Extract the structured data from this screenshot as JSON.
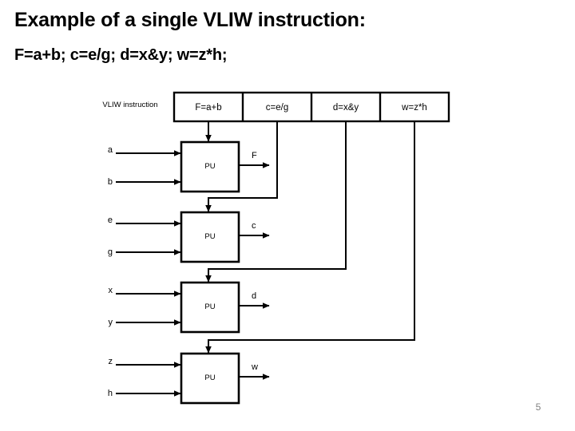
{
  "slide": {
    "title": "Example of a single VLIW instruction:",
    "subtitle": "F=a+b; c=e/g; d=x&y; w=z*h;",
    "page_number": "5",
    "page_number_color": "#808080",
    "background_color": "#ffffff",
    "ink_color": "#000000"
  },
  "diagram": {
    "instruction_row": {
      "label": "VLIW instruction",
      "slots": [
        {
          "id": "slot-0",
          "text": "F=a+b"
        },
        {
          "id": "slot-1",
          "text": "c=e/g"
        },
        {
          "id": "slot-2",
          "text": "d=x&y"
        },
        {
          "id": "slot-3",
          "text": "w=z*h"
        }
      ]
    },
    "processing_units": [
      {
        "id": "pu-1",
        "label": "PU",
        "inputs": [
          "a",
          "b"
        ],
        "output": "F",
        "instruction_slot": "F=a+b"
      },
      {
        "id": "pu-2",
        "label": "PU",
        "inputs": [
          "e",
          "g"
        ],
        "output": "c",
        "instruction_slot": "c=e/g"
      },
      {
        "id": "pu-3",
        "label": "PU",
        "inputs": [
          "x",
          "y"
        ],
        "output": "d",
        "instruction_slot": "d=x&y"
      },
      {
        "id": "pu-4",
        "label": "PU",
        "inputs": [
          "z",
          "h"
        ],
        "output": "w",
        "instruction_slot": "w=z*h"
      }
    ]
  }
}
